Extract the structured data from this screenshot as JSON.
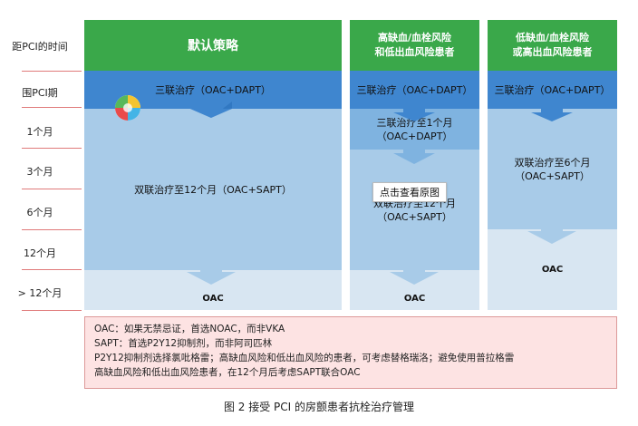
{
  "row_labels": {
    "header": "距PCI的时间",
    "peri": "围PCI期",
    "m1": "1个月",
    "m3": "3个月",
    "m6": "6个月",
    "m12": "12个月",
    "gt12": "> 12个月"
  },
  "columns": {
    "default": {
      "header": "默认策略",
      "triple": "三联治疗（OAC+DAPT）",
      "dual": "双联治疗至12个月（OAC+SAPT）",
      "oac": "OAC"
    },
    "high_bleed": {
      "header_line1": "高缺血/血栓风险",
      "header_line2": "和低出血风险患者",
      "triple": "三联治疗（OAC+DAPT）",
      "triple_1m_line1": "三联治疗至1个月",
      "triple_1m_line2": "（OAC+DAPT）",
      "dual_line1": "双联治疗至12个月",
      "dual_line2": "（OAC+SAPT）",
      "oac": "OAC"
    },
    "low_bleed": {
      "header_line1": "低缺血/血栓风险",
      "header_line2": "或高出血风险患者",
      "triple": "三联治疗（OAC+DAPT）",
      "dual_line1": "双联治疗至6个月",
      "dual_line2": "（OAC+SAPT）",
      "oac": "OAC"
    }
  },
  "tooltip": "点击查看原图",
  "notes": [
    "OAC：如果无禁忌证，首选NOAC，而非VKA",
    "SAPT：首选P2Y12抑制剂，而非阿司匹林",
    "P2Y12抑制剂选择氯吡格雷；高缺血风险和低出血风险的患者，可考虑替格瑞洛；避免使用普拉格雷",
    "高缺血风险和低出血风险患者，在12个月后考虑SAPT联合OAC"
  ],
  "caption": "图 2 接受 PCI 的房颤患者抗栓治疗管理",
  "colors": {
    "header_green": "#3aa84a",
    "dark_blue": "#3f86cf",
    "mid_blue": "#a8cbe8",
    "light_blue": "#d8e6f2",
    "note_pink": "#fde3e3",
    "divider_red": "#e07a7a"
  }
}
